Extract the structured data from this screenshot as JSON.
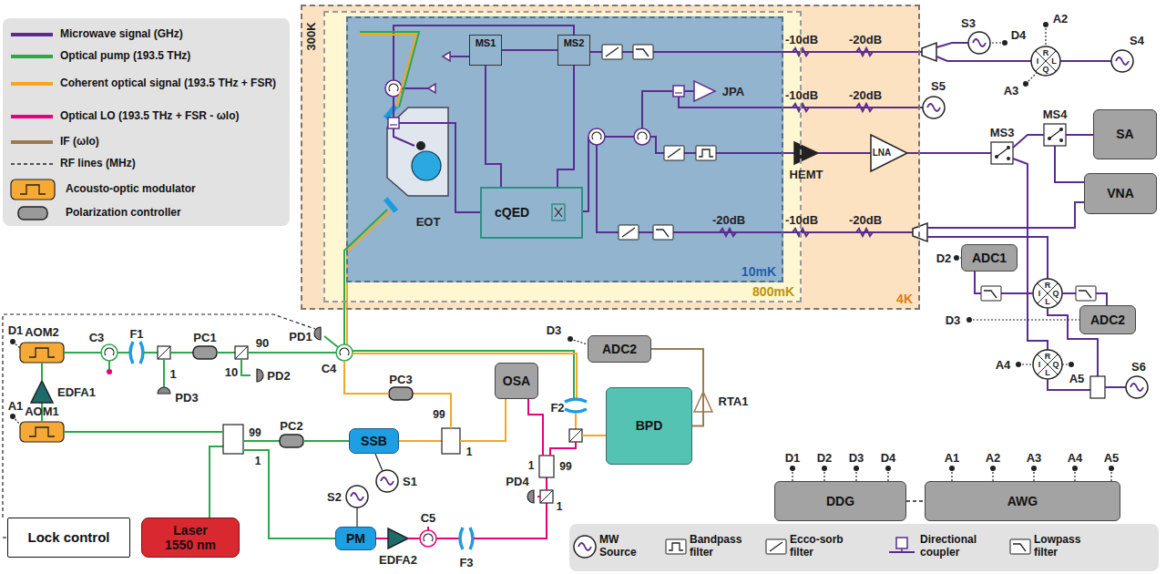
{
  "diagram": {
    "nodes": [
      {
        "text": [
          "4K"
        ]
      },
      {
        "text": [
          "800mK"
        ],
        "in": 0
      },
      {
        "text": [
          "10mK"
        ],
        "in": 1
      },
      {
        "text": [
          "MS1"
        ],
        "in": 2
      },
      {
        "text": [
          "MS2"
        ],
        "in": 2
      },
      {
        "text": [
          "cQED"
        ],
        "in": 2
      },
      {
        "text": [
          "SA"
        ]
      },
      {
        "text": [
          "VNA"
        ]
      },
      {
        "text": [
          "ADC1"
        ]
      },
      {
        "text": [
          "ADC2"
        ]
      },
      {
        "text": [
          "ADC2"
        ]
      },
      {
        "text": [
          "BPD"
        ]
      },
      {
        "text": [
          "OSA"
        ]
      },
      {
        "text": [
          "SSB"
        ]
      },
      {
        "text": [
          "PM"
        ]
      },
      {
        "text": [
          "Laser 1550 nm"
        ]
      },
      {
        "text": [
          "Lock control"
        ]
      },
      {
        "text": [
          "DDG"
        ]
      },
      {
        "text": [
          "AWG"
        ]
      }
    ],
    "edges": [
      {
        "from": 3,
        "to": 4,
        "arrow": "none"
      },
      {
        "from": 3,
        "to": 5,
        "arrow": "none"
      },
      {
        "from": 4,
        "to": 5,
        "arrow": "none"
      },
      {
        "from": 11,
        "to": 10,
        "arrow": "none"
      },
      {
        "from": 17,
        "to": 18,
        "arrow": "none"
      }
    ],
    "labels": [
      "300K",
      "EOT",
      "JPA",
      "HEMT",
      "LNA",
      "-10dB",
      "-20dB",
      "-10dB",
      "-20dB",
      "-20dB",
      "-10dB",
      "-20dB",
      "S3",
      "D4",
      "A2",
      "S4",
      "A3",
      "S5",
      "MS3",
      "MS4",
      "R",
      "I",
      "L",
      "Q",
      "R",
      "I",
      "Q",
      "L",
      "R",
      "I",
      "Q",
      "L",
      "D2",
      "D3",
      "S6",
      "A4",
      "A5",
      "D1",
      "A1",
      "AOM2",
      "AOM1",
      "EDFA1",
      "C3",
      "F1",
      "1",
      "PD3",
      "PC1",
      "90",
      "10",
      "PD2",
      "PD1",
      "C4",
      "99",
      "1",
      "PC2",
      "S1",
      "S2",
      "PC3",
      "99",
      "1",
      "EDFA2",
      "C5",
      "F3",
      "PD4",
      "1",
      "1",
      "99",
      "F2",
      "RTA1",
      "D3",
      "D1",
      "D2",
      "D3",
      "D4",
      "A1",
      "A2",
      "A3",
      "A4",
      "A5"
    ],
    "legend": [
      {
        "text": "Microwave signal (GHz)",
        "color": "#5b2c8f"
      },
      {
        "text": "Optical pump (193.5 THz)",
        "color": "#2aa84a"
      },
      {
        "text": "Coherent optical signal (193.5 THz + FSR)",
        "color": "#f5a623"
      },
      {
        "text": "Optical LO (193.5 THz + FSR - ωlo)",
        "color": "#e6007e"
      },
      {
        "text": "IF (ωlo)",
        "color": "#9c7a50"
      },
      {
        "text": "RF lines (MHz)"
      },
      {
        "text": "Acousto-optic modulator"
      },
      {
        "text": "Polarization controller"
      },
      {
        "text": "MW Source"
      },
      {
        "text": "Bandpass filter"
      },
      {
        "text": "Ecco-sorb filter"
      },
      {
        "text": "Directional coupler"
      },
      {
        "text": "Lowpass filter"
      }
    ]
  }
}
